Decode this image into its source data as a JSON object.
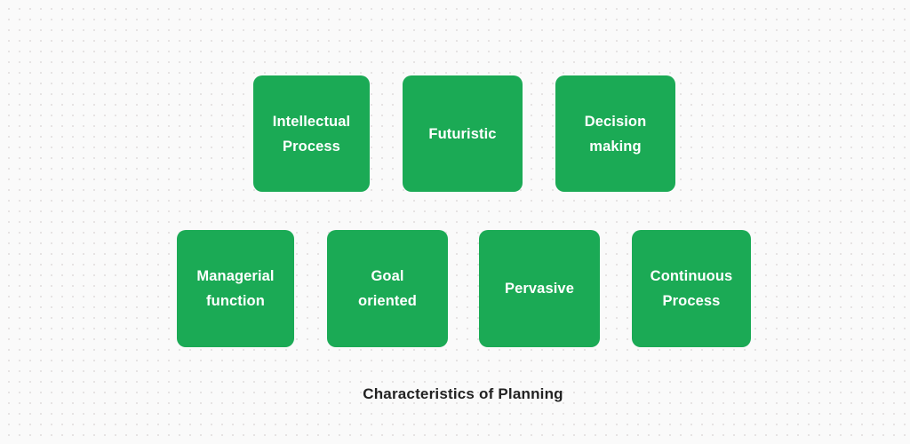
{
  "diagram": {
    "caption": "Characteristics of Planning",
    "accent_color": "#1baa55",
    "card_text_color": "#ffffff",
    "caption_color": "#222222",
    "background_color": "#fafafa",
    "dot_color": "#e6e3e3",
    "rows": [
      {
        "row_label": "row-1",
        "cards": [
          {
            "label": "Intellectual\nProcess",
            "line1": "Intellectual",
            "line2": "Process"
          },
          {
            "label": "Futuristic",
            "line1": "Futuristic",
            "line2": ""
          },
          {
            "label": "Decision\nmaking",
            "line1": "Decision",
            "line2": "making"
          }
        ]
      },
      {
        "row_label": "row-2",
        "cards": [
          {
            "label": "Managerial\nfunction",
            "line1": "Managerial",
            "line2": "function"
          },
          {
            "label": "Goal\noriented",
            "line1": "Goal",
            "line2": "oriented"
          },
          {
            "label": "Pervasive",
            "line1": "Pervasive",
            "line2": ""
          },
          {
            "label": "Continuous\nProcess",
            "line1": "Continuous",
            "line2": "Process"
          }
        ]
      }
    ]
  }
}
